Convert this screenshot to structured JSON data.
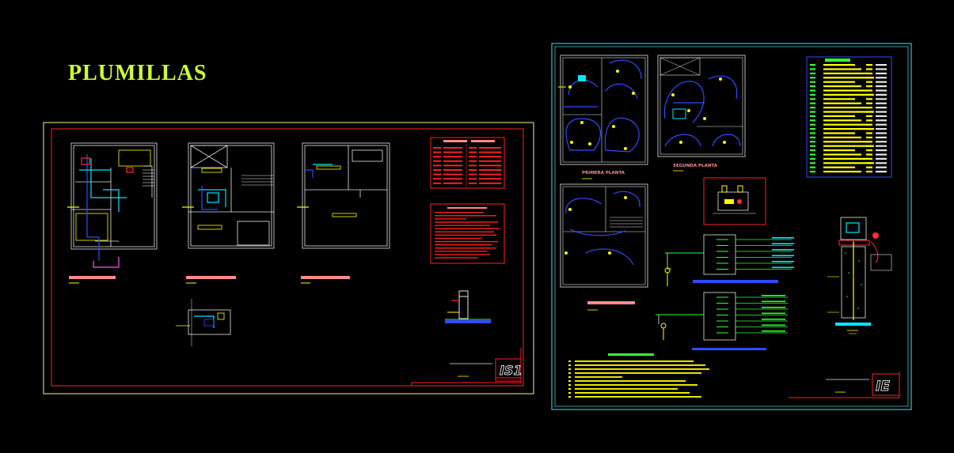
{
  "drawing": {
    "title": "PLUMILLAS",
    "colors": {
      "background": "#000000",
      "title": "#ccff33",
      "left_sheet_border": "#f5f58a",
      "left_inner_border": "#ff2020",
      "right_sheet_border": "#5fd6e6",
      "walls": "#e6e6e6",
      "circuit": "#2f4bff",
      "fixtures": "#ffff00",
      "accent": "#ff3030",
      "cyan": "#00e6ff",
      "green": "#33ff33",
      "magenta": "#ff55ff",
      "label_bar": "#ff8a8a"
    }
  },
  "left_sheet": {
    "sheet_code": "IS1"
  },
  "right_sheet": {
    "sheet_code": "IE",
    "plan_labels": [
      "PRIMERA PLANTA",
      "SEGUNDA PLANTA"
    ]
  }
}
